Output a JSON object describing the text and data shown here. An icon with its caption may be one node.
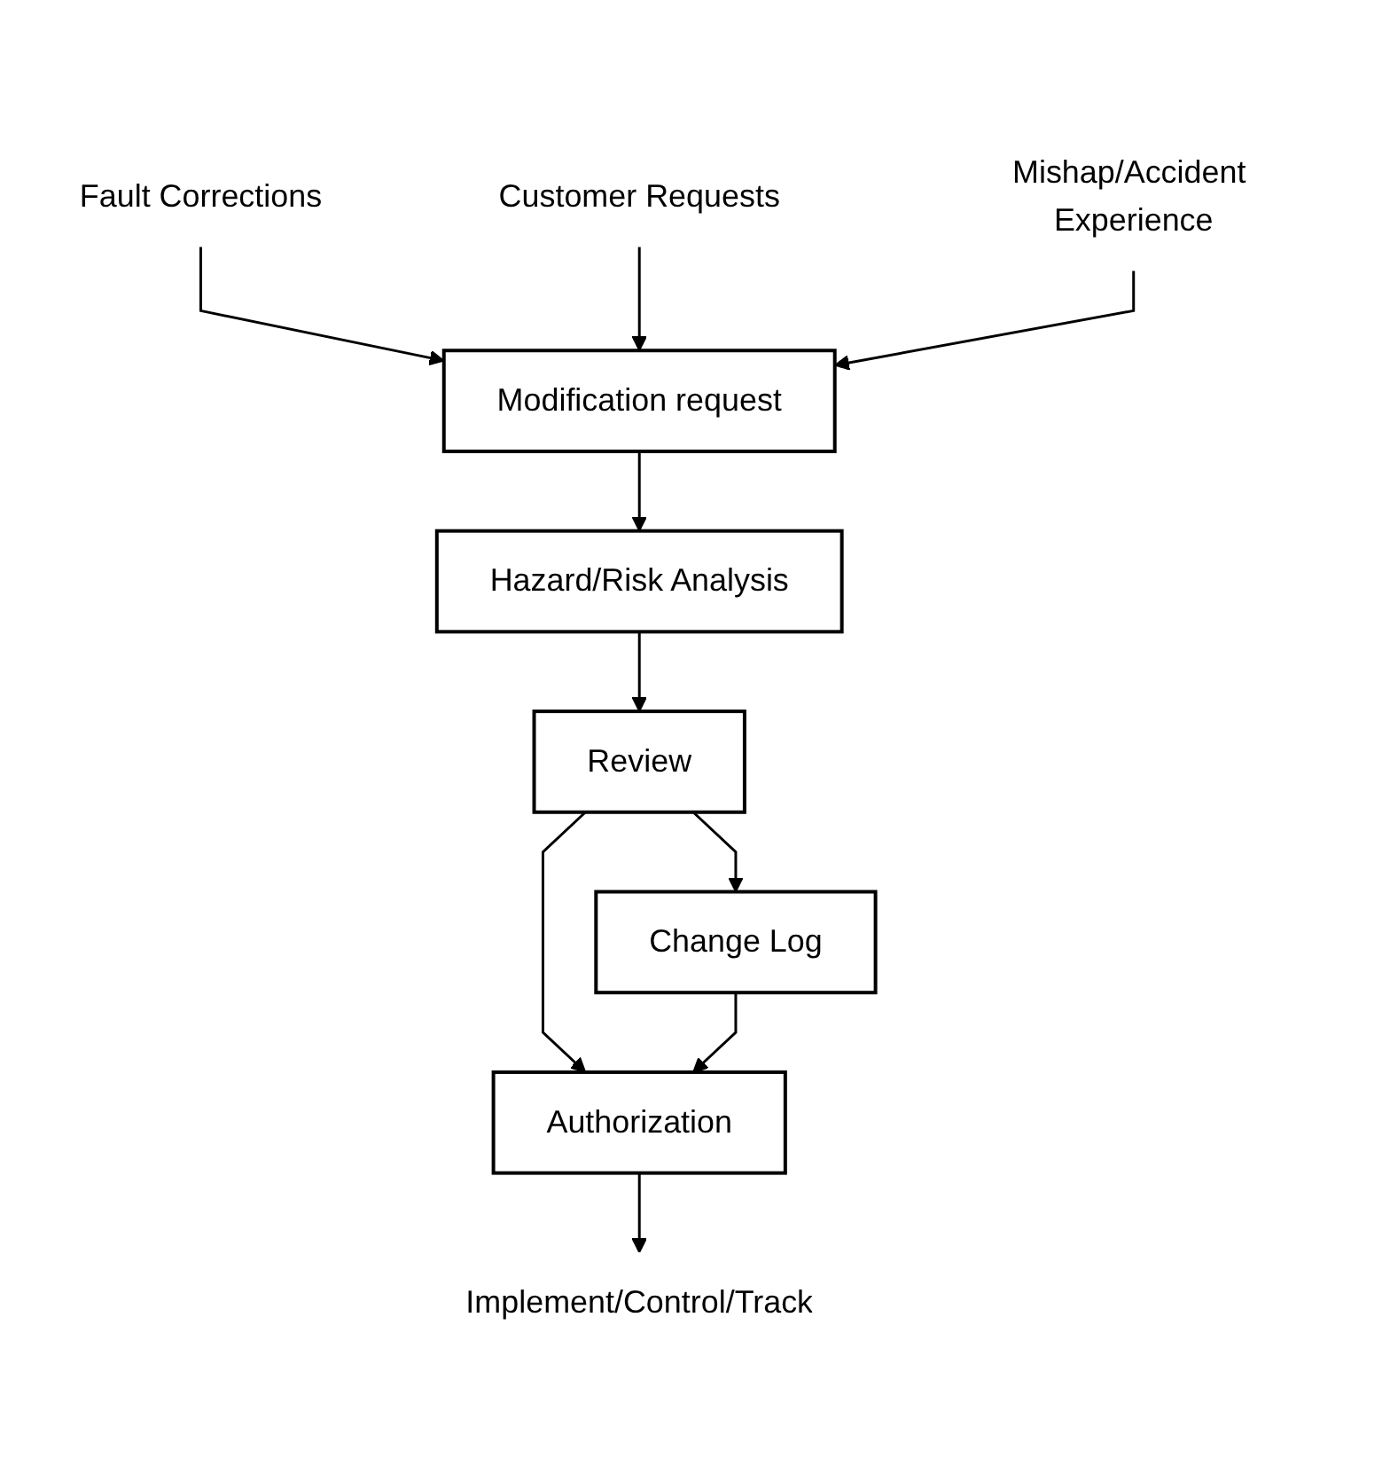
{
  "diagram": {
    "nodes": [
      {
        "text": [
          "Fault Corrections"
        ]
      },
      {
        "text": [
          "Customer Requests"
        ]
      },
      {
        "text": [
          "Mishap/Accident Experience"
        ]
      },
      {
        "text": [
          "Modification request"
        ]
      },
      {
        "text": [
          "Hazard/Risk Analysis"
        ]
      },
      {
        "text": [
          "Review"
        ]
      },
      {
        "text": [
          "Change Log"
        ]
      },
      {
        "text": [
          "Authorization"
        ]
      },
      {
        "text": [
          "Implement/Control/Track"
        ]
      }
    ],
    "edges": [
      {
        "from": 0,
        "to": 3,
        "arrow": "to"
      },
      {
        "from": 1,
        "to": 3,
        "arrow": "to"
      },
      {
        "from": 2,
        "to": 3,
        "arrow": "to"
      },
      {
        "from": 3,
        "to": 4,
        "arrow": "to"
      },
      {
        "from": 4,
        "to": 5,
        "arrow": "to"
      },
      {
        "from": 5,
        "to": 6,
        "arrow": "to"
      },
      {
        "from": 5,
        "to": 7,
        "arrow": "to"
      },
      {
        "from": 6,
        "to": 7,
        "arrow": "to"
      },
      {
        "from": 7,
        "to": 8,
        "arrow": "to"
      }
    ]
  }
}
